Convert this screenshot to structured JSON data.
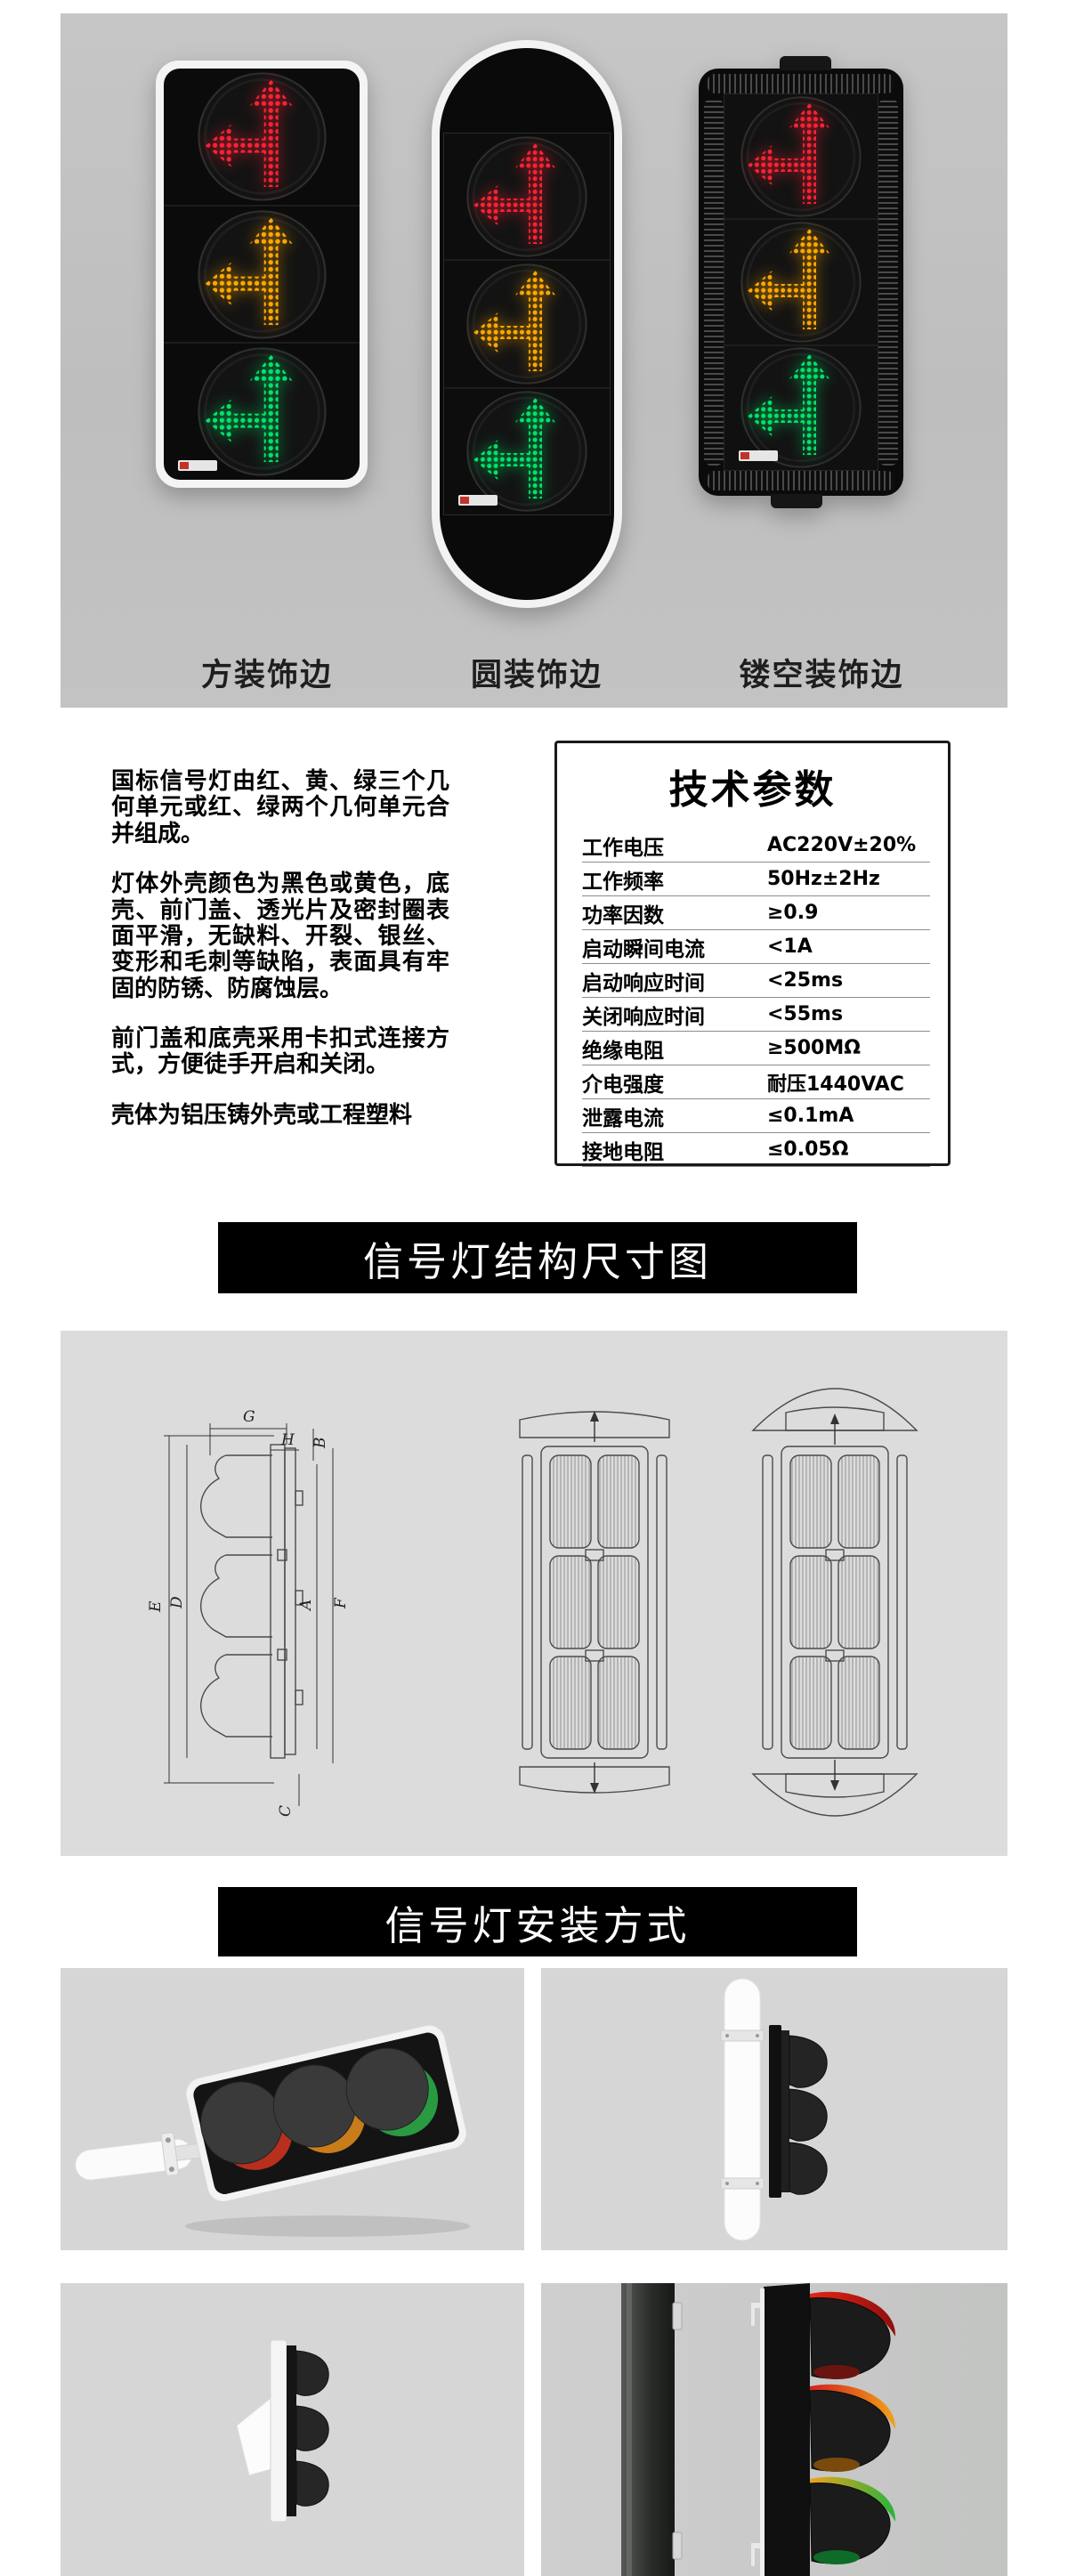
{
  "hero": {
    "variants": [
      {
        "label": "方装饰边"
      },
      {
        "label": "圆装饰边"
      },
      {
        "label": "镂空装饰边"
      }
    ]
  },
  "intro": {
    "paragraphs": [
      "国标信号灯由红、黄、绿三个几何单元或红、绿两个几何单元合并组成。",
      "灯体外壳颜色为黑色或黄色，底壳、前门盖、透光片及密封圈表面平滑，无缺料、开裂、银丝、变形和毛刺等缺陷，表面具有牢固的防锈、防腐蚀层。",
      "前门盖和底壳采用卡扣式连接方式，方便徒手开启和关闭。",
      "壳体为铝压铸外壳或工程塑料"
    ]
  },
  "tech": {
    "title": "技术参数",
    "rows": [
      {
        "label": "工作电压",
        "value": "AC220V±20%"
      },
      {
        "label": "工作频率",
        "value": "50Hz±2Hz"
      },
      {
        "label": "功率因数",
        "value": "≥0.9"
      },
      {
        "label": "启动瞬间电流",
        "value": "<1A"
      },
      {
        "label": "启动响应时间",
        "value": "<25ms"
      },
      {
        "label": "关闭响应时间",
        "value": "<55ms"
      },
      {
        "label": "绝缘电阻",
        "value": "≥500MΩ"
      },
      {
        "label": "介电强度",
        "value": "耐压1440VAC"
      },
      {
        "label": "泄露电流",
        "value": "≤0.1mA"
      },
      {
        "label": "接地电阻",
        "value": "≤0.05Ω"
      }
    ]
  },
  "banners": {
    "structure": "信号灯结构尺寸图",
    "install": "信号灯安装方式"
  },
  "diagram": {
    "labels": [
      "G",
      "H",
      "B",
      "E",
      "D",
      "A",
      "F",
      "C"
    ]
  },
  "colors": {
    "led-red": "#ff2133",
    "led-amber": "#ffa800",
    "led-green": "#00e468",
    "hero-bg": "#c0c0c0",
    "panel-bg": "#dcdcdc",
    "install-bg": "#d6d6d6",
    "banner-bg": "#000000",
    "banner-text": "#ffffff"
  }
}
